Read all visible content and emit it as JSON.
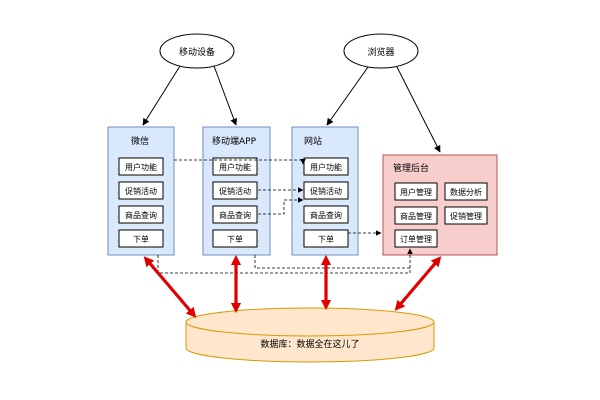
{
  "clients": {
    "mobile_device": "移动设备",
    "browser": "浏览器"
  },
  "containers": {
    "wechat": {
      "title": "微信",
      "items": [
        "用户功能",
        "促销活动",
        "商品查询",
        "下单"
      ]
    },
    "mobile_app": {
      "title": "移动端APP",
      "items": [
        "用户功能",
        "促销活动",
        "商品查询",
        "下单"
      ]
    },
    "website": {
      "title": "网站",
      "items": [
        "用户功能",
        "促销活动",
        "商品查询",
        "下单"
      ]
    },
    "admin": {
      "title": "管理后台",
      "items": [
        "用户管理",
        "数据分析",
        "商品管理",
        "促销管理",
        "订单管理"
      ]
    }
  },
  "database": {
    "label": "数据库：数据全在这儿了"
  },
  "colors": {
    "client_fill": "#dae8fc",
    "client_stroke": "#6c8ebf",
    "admin_fill": "#f8cecc",
    "admin_stroke": "#b85450",
    "db_fill": "#ffe6cc",
    "db_stroke": "#d79b00",
    "arrow_red": "#e00000",
    "line": "#000000"
  }
}
